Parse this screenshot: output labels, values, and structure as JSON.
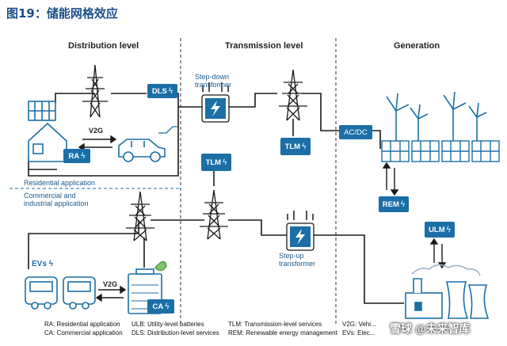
{
  "figure_title": "图19：储能网格效应",
  "levels": {
    "distribution": "Distribution level",
    "transmission": "Transmission level",
    "generation": "Generation"
  },
  "boxes": {
    "dls": "DLS",
    "ra": "RA",
    "tlm_top": "TLM",
    "tlm_left": "TLM",
    "acdc": "AC/DC",
    "rem": "REM",
    "ulm": "ULM",
    "ca": "CA",
    "evs": "EVs"
  },
  "labels": {
    "v2g_top": "V2G",
    "v2g_bottom": "V2G",
    "step_down": "Step-down\ntransformer",
    "step_up": "Step-up\ntransformer",
    "residential": "Residential application",
    "commercial": "Commercial and\nindustrial application"
  },
  "legend": {
    "col1": [
      "RA: Residential application",
      "CA: Commercial application"
    ],
    "col2": [
      "ULB: Utility-level batteries",
      "DLS: Distribution-level services"
    ],
    "col3": [
      "TLM: Transmission-level services",
      "REM: Renewable energy management"
    ],
    "col4": [
      "V2G: Vehi...",
      "EVs: Elec..."
    ]
  },
  "watermark": "雪球 @未来智库",
  "colors": {
    "primary": "#1b6fa6",
    "line": "#1a1a1a",
    "title": "#1b4f8a"
  }
}
